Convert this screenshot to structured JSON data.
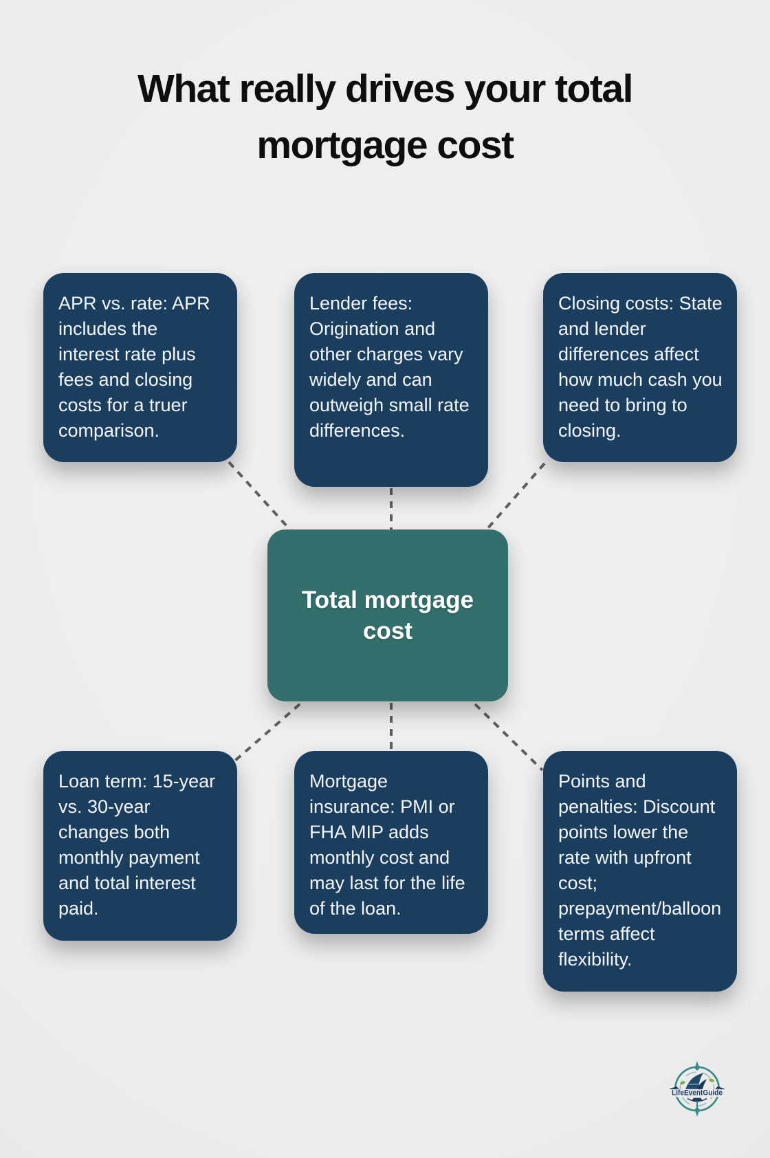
{
  "title": "What really drives your total mortgage cost",
  "center": {
    "label": "Total mortgage cost"
  },
  "cards": [
    {
      "id": "apr-vs-rate",
      "text": "APR vs. rate: APR includes the interest rate plus fees and closing costs for a truer comparison."
    },
    {
      "id": "lender-fees",
      "text": "Lender fees: Origination and other charges vary widely and can outweigh small rate differences."
    },
    {
      "id": "closing-costs",
      "text": "Closing costs: State and lender differences affect how much cash you need to bring to closing."
    },
    {
      "id": "loan-term",
      "text": "Loan term: 15-year vs. 30-year changes both monthly payment and total interest paid."
    },
    {
      "id": "mortgage-insurance",
      "text": "Mortgage insurance: PMI or FHA MIP adds monthly cost and may last for the life of the loan."
    },
    {
      "id": "points-penalties",
      "text": "Points and penalties: Discount points lower the rate with upfront cost; prepayment/balloon terms affect flexibility."
    }
  ],
  "logo": {
    "text": "LifeEventGuide"
  },
  "colors": {
    "background": "#ececec",
    "card_navy": "#1b3e5e",
    "center_teal": "#336f6c",
    "text_on_dark": "#f3f6f8",
    "title_text": "#0e0e0e",
    "connector_gray": "#5e5e5e",
    "logo_teal": "#338a86",
    "logo_navy": "#1c3a5e",
    "logo_leaf_green": "#79b24a"
  }
}
